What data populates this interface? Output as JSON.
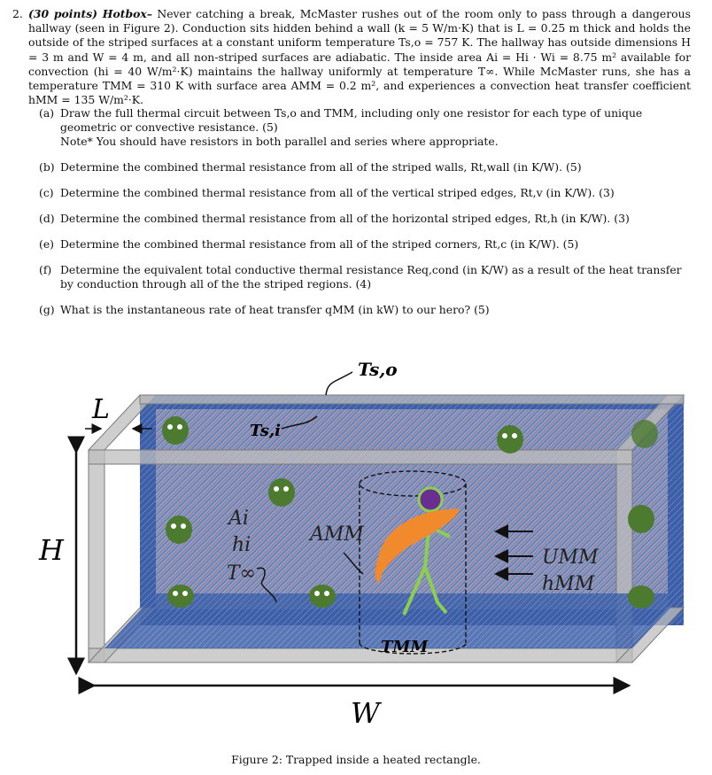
{
  "problem": {
    "number": "2.",
    "points": "(30 points)",
    "title": "Hotbox–",
    "intro": "Never catching a break, McMaster rushes out of the room only to pass through a dangerous hallway (seen in Figure 2). Conduction sits hidden behind a wall (k = 5 W/m·K) that is L = 0.25 m thick and holds the outside of the striped surfaces at a constant uniform temperature Ts,o = 757 K. The hallway has outside dimensions H = 3 m and W = 4 m, and all non-striped surfaces are adiabatic. The inside area Ai = Hi · Wi = 8.75 m² available for convection (hi = 40 W/m²·K) maintains the hallway uniformly at temperature T∞. While McMaster runs, she has a temperature TMM = 310 K with surface area AMM = 0.2 m², and experiences a convection heat transfer coefficient hMM = 135 W/m²·K."
  },
  "parts": [
    {
      "label": "(a)",
      "text": "Draw the full thermal circuit between Ts,o and TMM, including only one resistor for each type of unique geometric or convective resistance. (5)",
      "note": "Note* You should have resistors in both parallel and series where appropriate."
    },
    {
      "label": "(b)",
      "text": "Determine the combined thermal resistance from all of the striped walls, Rt,wall (in K/W). (5)"
    },
    {
      "label": "(c)",
      "text": "Determine the combined thermal resistance from all of the vertical striped edges, Rt,v (in K/W). (3)"
    },
    {
      "label": "(d)",
      "text": "Determine the combined thermal resistance from all of the horizontal striped edges, Rt,h (in K/W). (3)"
    },
    {
      "label": "(e)",
      "text": "Determine the combined thermal resistance from all of the striped corners, Rt,c (in K/W). (5)"
    },
    {
      "label": "(f)",
      "text": "Determine the equivalent total conductive thermal resistance Req,cond (in K/W) as a result of the heat transfer by conduction through all of the the striped regions. (4)"
    },
    {
      "label": "(g)",
      "text": "What is the instantaneous rate of heat transfer qMM (in kW) to our hero? (5)"
    }
  ],
  "figure": {
    "labels": {
      "tso": "Ts,o",
      "tsi": "Ts,i",
      "L": "L",
      "H": "H",
      "W": "W",
      "Ai": "Ai",
      "hi": "hi",
      "Tinf": "T∞",
      "AMM": "AMM",
      "UMM": "UMM",
      "hMM": "hMM",
      "TMM": "TMM"
    },
    "colors": {
      "wall_blue": "#3d5fa8",
      "stripe_red": "#c0504d",
      "frame_gray": "#a9a9a9",
      "creature_green": "#4c7a2e",
      "hero_green": "#8ccf4f",
      "hero_orange": "#f08a2c",
      "hero_head": "#6a2d91"
    },
    "caption": "Figure 2: Trapped inside a heated rectangle."
  }
}
